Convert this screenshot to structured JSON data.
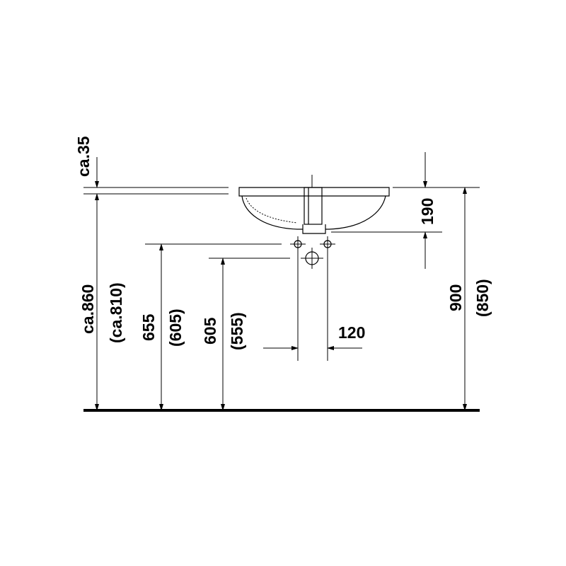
{
  "drawing": {
    "labels": {
      "overflow_depth": "ca.35",
      "basin_height": "190",
      "total_height_main": "ca.860",
      "total_height_alt": "(ca.810)",
      "tap_height_main": "655",
      "tap_height_alt": "(605)",
      "waste_height_main": "605",
      "waste_height_alt": "(555)",
      "waste_width": "120",
      "counter_height_main": "900",
      "counter_height_alt": "(850)"
    },
    "colors": {
      "line": "#000000",
      "background": "#ffffff"
    }
  }
}
